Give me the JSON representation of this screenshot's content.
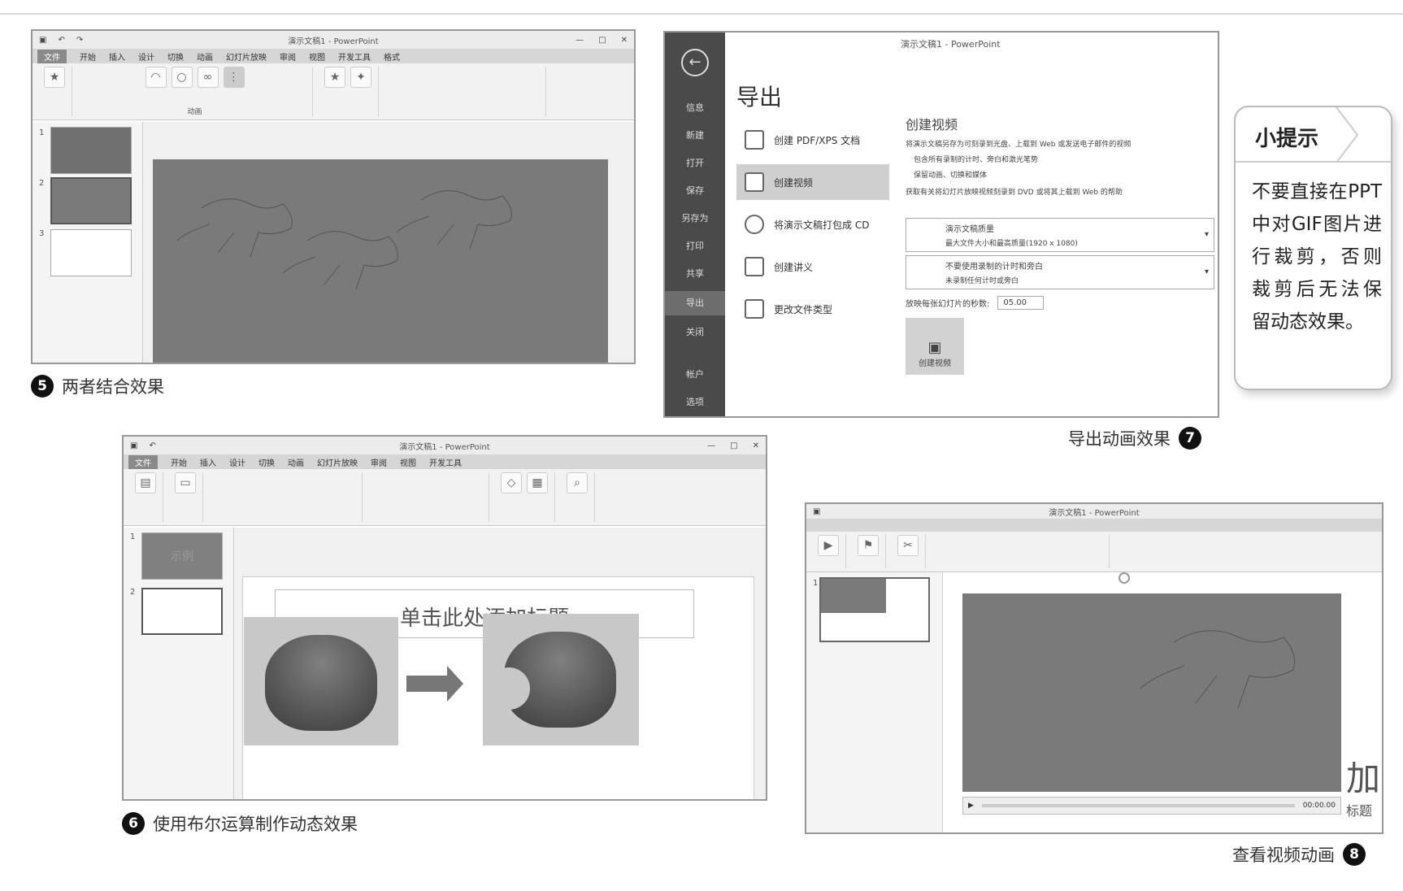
{
  "captions": {
    "fig5": {
      "num": "5",
      "text": "两者结合效果"
    },
    "fig6": {
      "num": "6",
      "text": "使用布尔运算制作动态效果"
    },
    "fig7": {
      "num": "7",
      "text": "导出动画效果"
    },
    "fig8": {
      "num": "8",
      "text": "查看视频动画"
    }
  },
  "tip": {
    "title": "小提示",
    "body": "不要直接在PPT中对GIF图片进行裁剪，否则裁剪后无法保留动态效果。"
  },
  "export_panel": {
    "window_title": "演示文稿1 - PowerPoint",
    "heading": "导出",
    "options": [
      "创建 PDF/XPS 文档",
      "创建视频",
      "将演示文稿打包成 CD",
      "创建讲义",
      "更改文件类型"
    ],
    "video_title": "创建视频",
    "video_desc": "将演示文稿另存为可刻录到光盘、上载到 Web 或发送电子邮件的视频",
    "bullets": [
      "包含所有录制的计时、旁白和激光笔势",
      "保留动画、切换和媒体"
    ],
    "help": "获取有关将幻灯片放映视频刻录到 DVD 或将其上载到 Web 的帮助",
    "quality_title": "演示文稿质量",
    "quality_sub": "最大文件大小和最高质量(1920 x 1080)",
    "timing_title": "不要使用录制的计时和旁白",
    "timing_sub": "未录制任何计时或旁白",
    "seconds_label": "放映每张幻灯片的秒数:",
    "seconds_value": "05.00",
    "create_button": "创建视频",
    "side_items": [
      "信息",
      "新建",
      "打开",
      "保存",
      "另存为",
      "打印",
      "共享",
      "导出",
      "关闭",
      "帐户",
      "选项"
    ]
  },
  "win6": {
    "title": "演示文稿1 - PowerPoint",
    "tabs": [
      "文件",
      "开始",
      "插入",
      "设计",
      "切换",
      "动画",
      "幻灯片放映",
      "审阅",
      "视图",
      "开发工具"
    ],
    "slide_title": "单击此处添加标题",
    "thumb1_text": "示例"
  },
  "win5": {
    "tabs": [
      "文件",
      "开始",
      "插入",
      "设计",
      "切换",
      "动画",
      "幻灯片放映",
      "审阅",
      "视图",
      "开发工具",
      "格式"
    ],
    "anim_label": "动画"
  },
  "win8": {
    "title": "演示文稿1 - PowerPoint",
    "big_char": "加",
    "side_text": "标题",
    "timer": "00:00.00"
  }
}
